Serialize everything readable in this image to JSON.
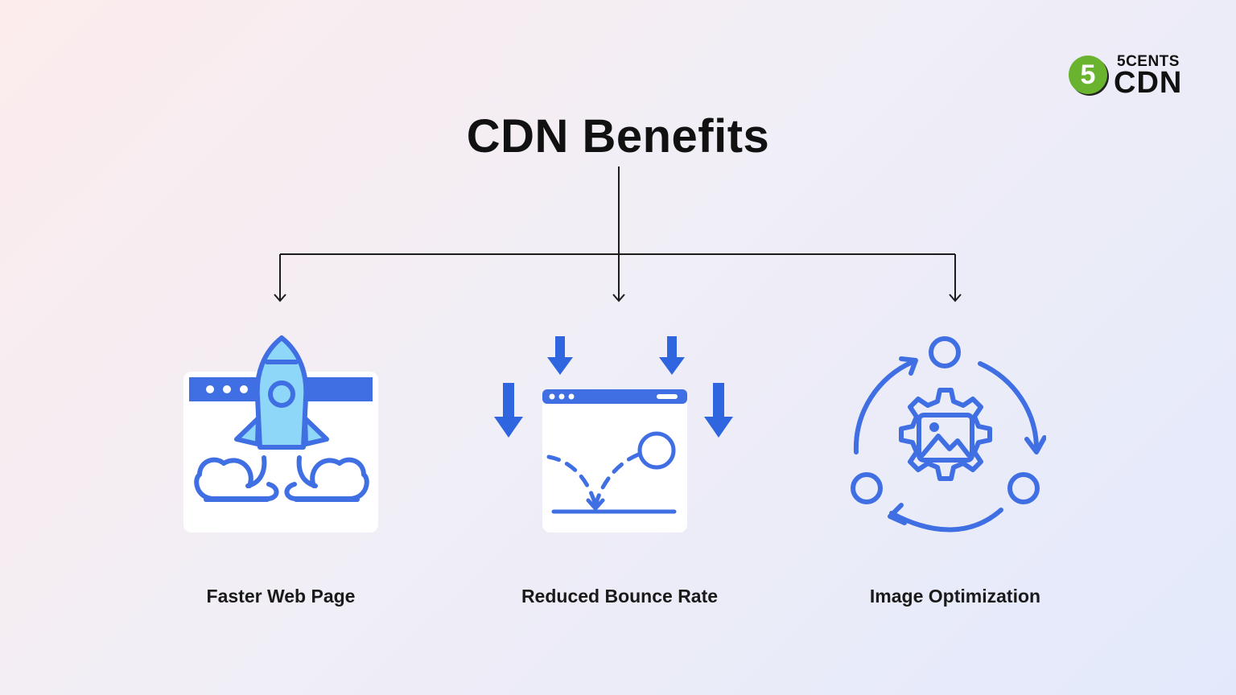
{
  "title": "CDN Benefits",
  "logo": {
    "badge_text": "5",
    "top_text": "5CENTS",
    "bottom_text": "CDN"
  },
  "benefits": [
    {
      "label": "Faster Web Page",
      "icon": "rocket-launch-icon"
    },
    {
      "label": "Reduced Bounce Rate",
      "icon": "bounce-rate-icon"
    },
    {
      "label": "Image Optimization",
      "icon": "image-optimization-icon"
    }
  ],
  "colors": {
    "primary_blue": "#3f6fe2",
    "light_blue": "#8fd7f8",
    "arrow_blue": "#2f66e0",
    "logo_green": "#69b32e",
    "text": "#111111"
  }
}
